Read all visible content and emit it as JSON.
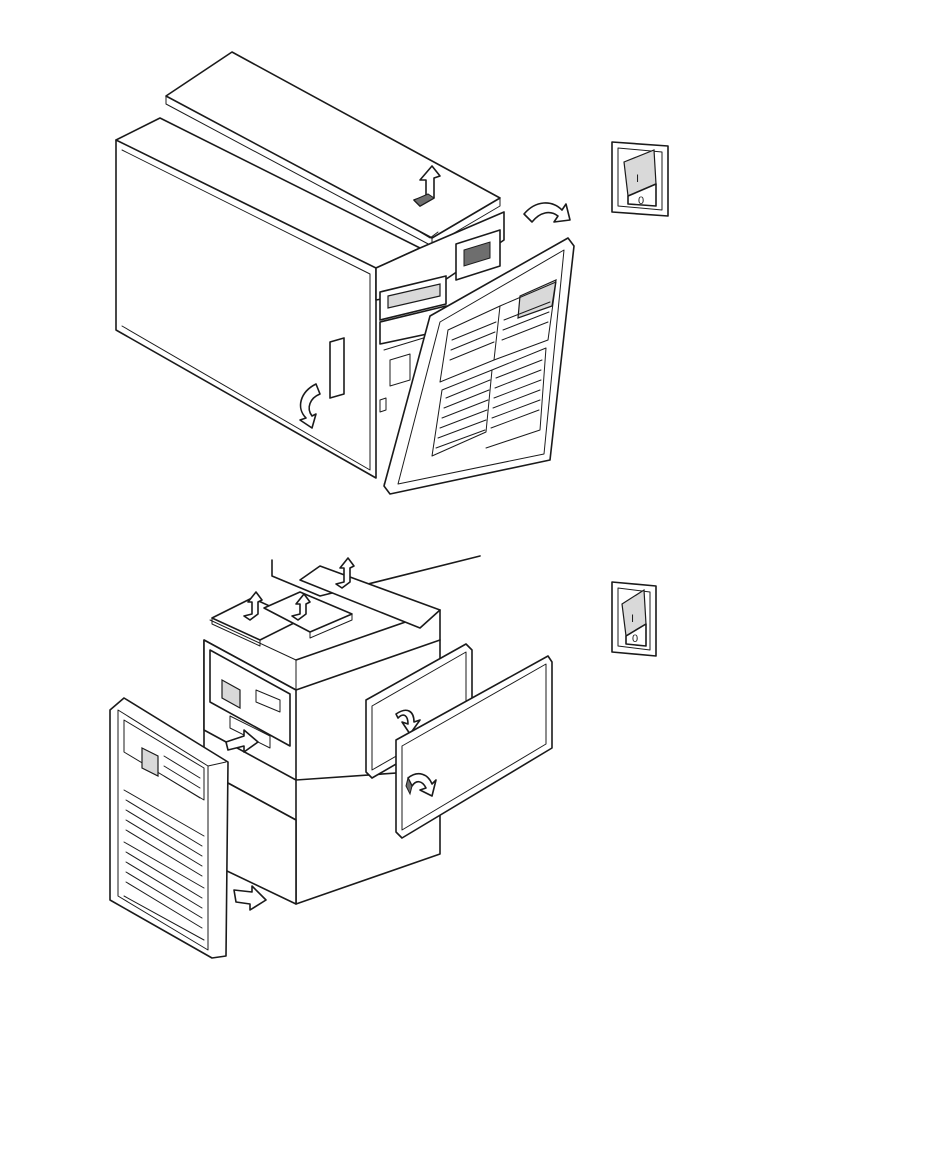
{
  "figures": [
    {
      "id": "removal",
      "switch_state": "off",
      "switch_marks": {
        "on": "I",
        "off": "0"
      }
    },
    {
      "id": "internal-covers",
      "switch_state": "off",
      "switch_marks": {
        "on": "I",
        "off": "0"
      }
    }
  ],
  "colors": {
    "line": "#1a1a1a",
    "shade": "#d9d9d9",
    "dark": "#6e6e6e",
    "background": "#ffffff"
  },
  "icons": [
    "power-switch-icon",
    "lift-arrow-icon",
    "swing-arrow-icon",
    "pull-arrow-icon"
  ]
}
